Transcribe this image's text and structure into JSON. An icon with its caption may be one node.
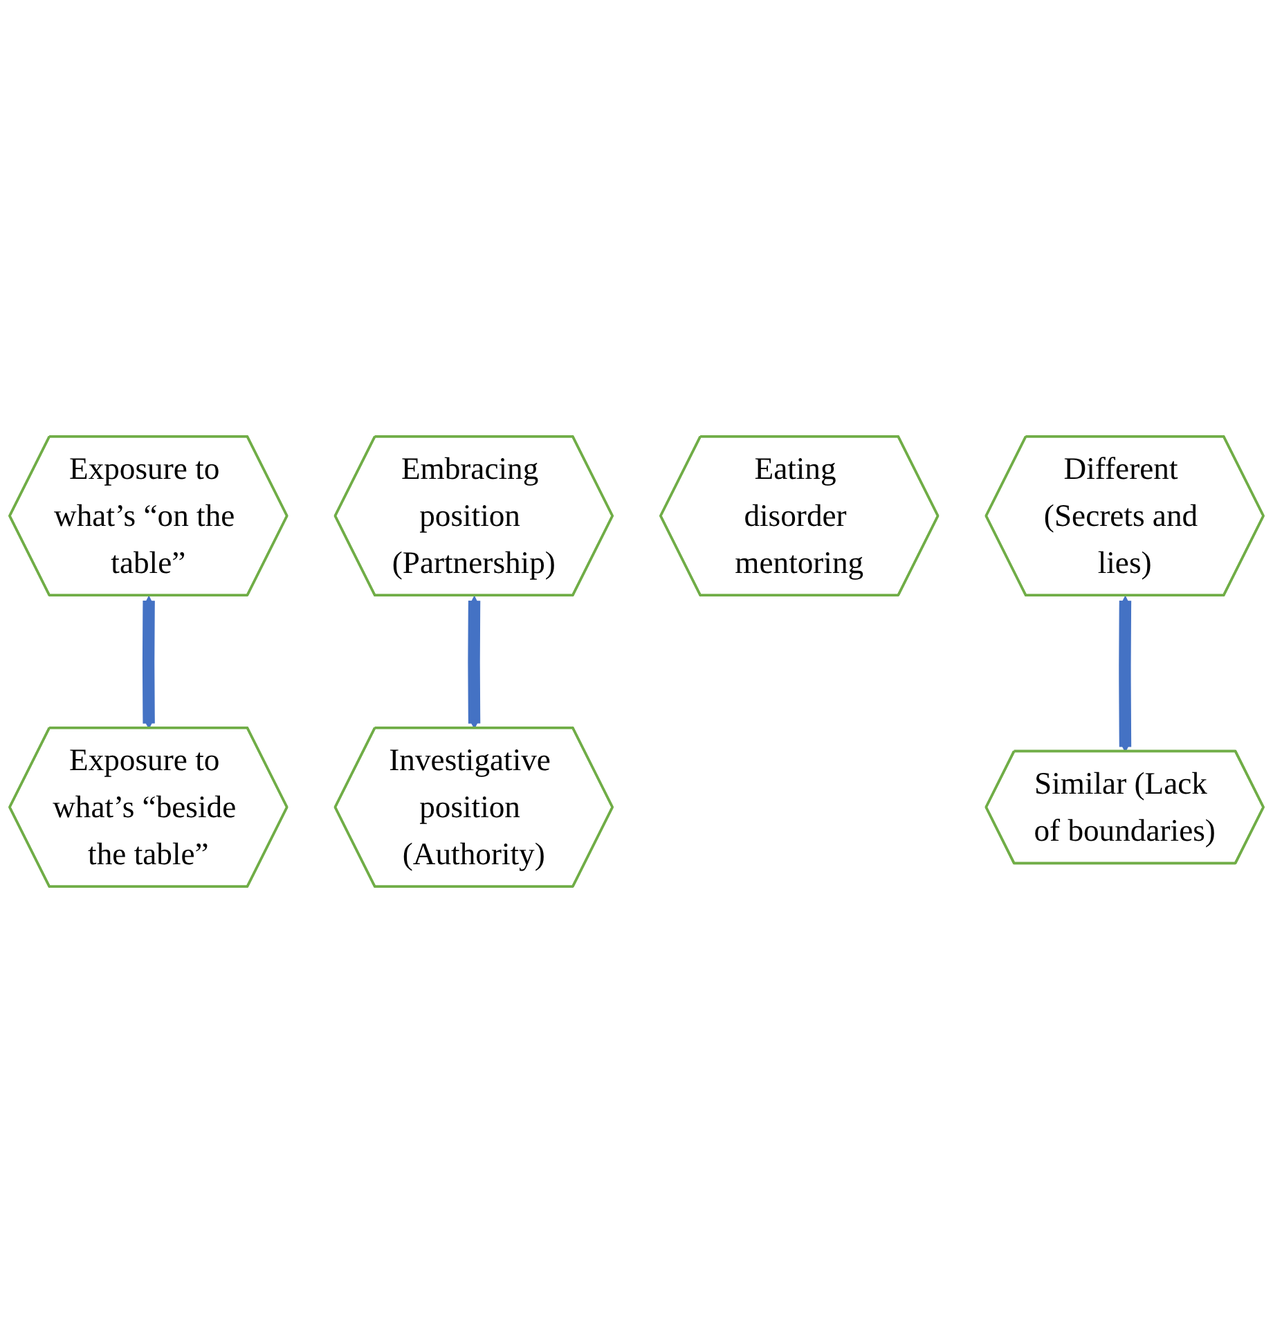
{
  "diagram": {
    "nodes": [
      {
        "text": [
          "Exposure to what’s “on the table”"
        ]
      },
      {
        "text": [
          "Embracing position (Partnership)"
        ]
      },
      {
        "text": [
          "Exposure to what’s “beside the table”"
        ]
      },
      {
        "text": [
          "Eating disorder mentoring"
        ]
      },
      {
        "text": [
          "Similar (Lack of boundaries)"
        ]
      },
      {
        "text": [
          "Investigative position (Authority)"
        ]
      },
      {
        "text": [
          "Different (Secrets and lies)"
        ]
      }
    ],
    "edges": [
      {
        "from": 0,
        "to": 2,
        "arrow": "both"
      },
      {
        "from": 1,
        "to": 5,
        "arrow": "both"
      },
      {
        "from": 6,
        "to": 4,
        "arrow": "both"
      }
    ]
  }
}
